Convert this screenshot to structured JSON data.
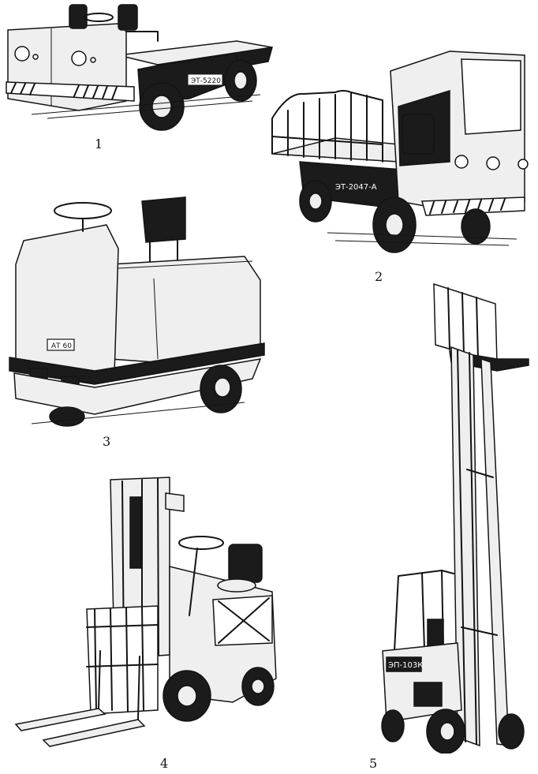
{
  "figures": [
    {
      "number": "1",
      "plate_text": "ЭТ-5220"
    },
    {
      "number": "2",
      "plate_text": "ЭТ-2047-А"
    },
    {
      "number": "3",
      "plate_text": "АТ 60"
    },
    {
      "number": "4",
      "plate_text": ""
    },
    {
      "number": "5",
      "plate_text": "ЭП-103К"
    }
  ],
  "colors": {
    "ink": "#141414",
    "paper": "#ffffff",
    "shade": "#8a8a8a"
  }
}
